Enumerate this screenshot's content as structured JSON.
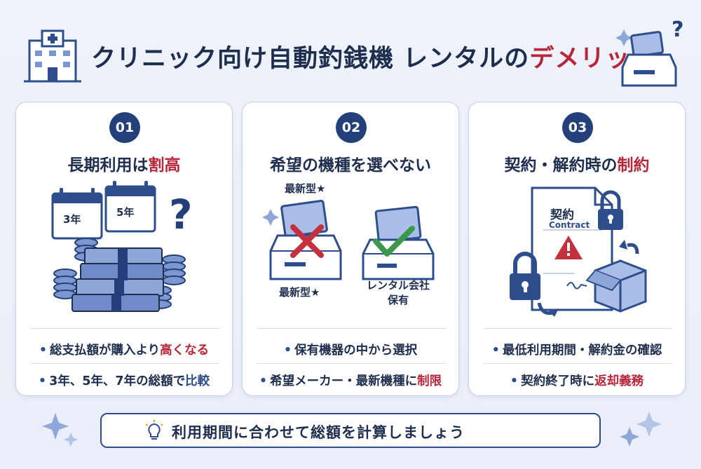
{
  "header": {
    "title_prefix": "クリニック向け自動釣銭機 レンタルの",
    "title_highlight": "デメリット"
  },
  "cards": [
    {
      "number": "01",
      "title_prefix": "長期利用は",
      "title_highlight": "割高",
      "illus_labels": {
        "cal1": "3年",
        "cal2": "5年"
      },
      "bullets": [
        {
          "prefix": "総支払額が購入より",
          "highlight": "高くなる",
          "suffix": ""
        },
        {
          "prefix": "3年、5年、7年の総額で",
          "highlight": "比較",
          "suffix": ""
        }
      ]
    },
    {
      "number": "02",
      "title_prefix": "希望の機種を選べない",
      "title_highlight": "",
      "illus_labels": {
        "top_label": "最新型★",
        "bottom_left": "最新型★",
        "bottom_right_1": "レンタル会社",
        "bottom_right_2": "保有"
      },
      "bullets": [
        {
          "prefix": "保有機器の中から選択",
          "highlight": "",
          "suffix": ""
        },
        {
          "prefix": "希望メーカー・最新機種に",
          "highlight": "制限",
          "suffix": ""
        }
      ]
    },
    {
      "number": "03",
      "title_prefix": "契約・解約時の",
      "title_highlight": "制約",
      "illus_labels": {
        "doc_jp": "契約",
        "doc_en": "Contract"
      },
      "bullets": [
        {
          "prefix": "最低利用期間・解約金の確認",
          "highlight": "",
          "suffix": ""
        },
        {
          "prefix": "契約終了時に",
          "highlight": "返却義務",
          "suffix": ""
        }
      ]
    }
  ],
  "footer": {
    "text": "利用期間に合わせて総額を計算しましょう"
  },
  "colors": {
    "navy": "#1f2d4e",
    "accent_red": "#b8263a",
    "accent_blue": "#2e4d8c",
    "check_green": "#3a9a4a"
  }
}
